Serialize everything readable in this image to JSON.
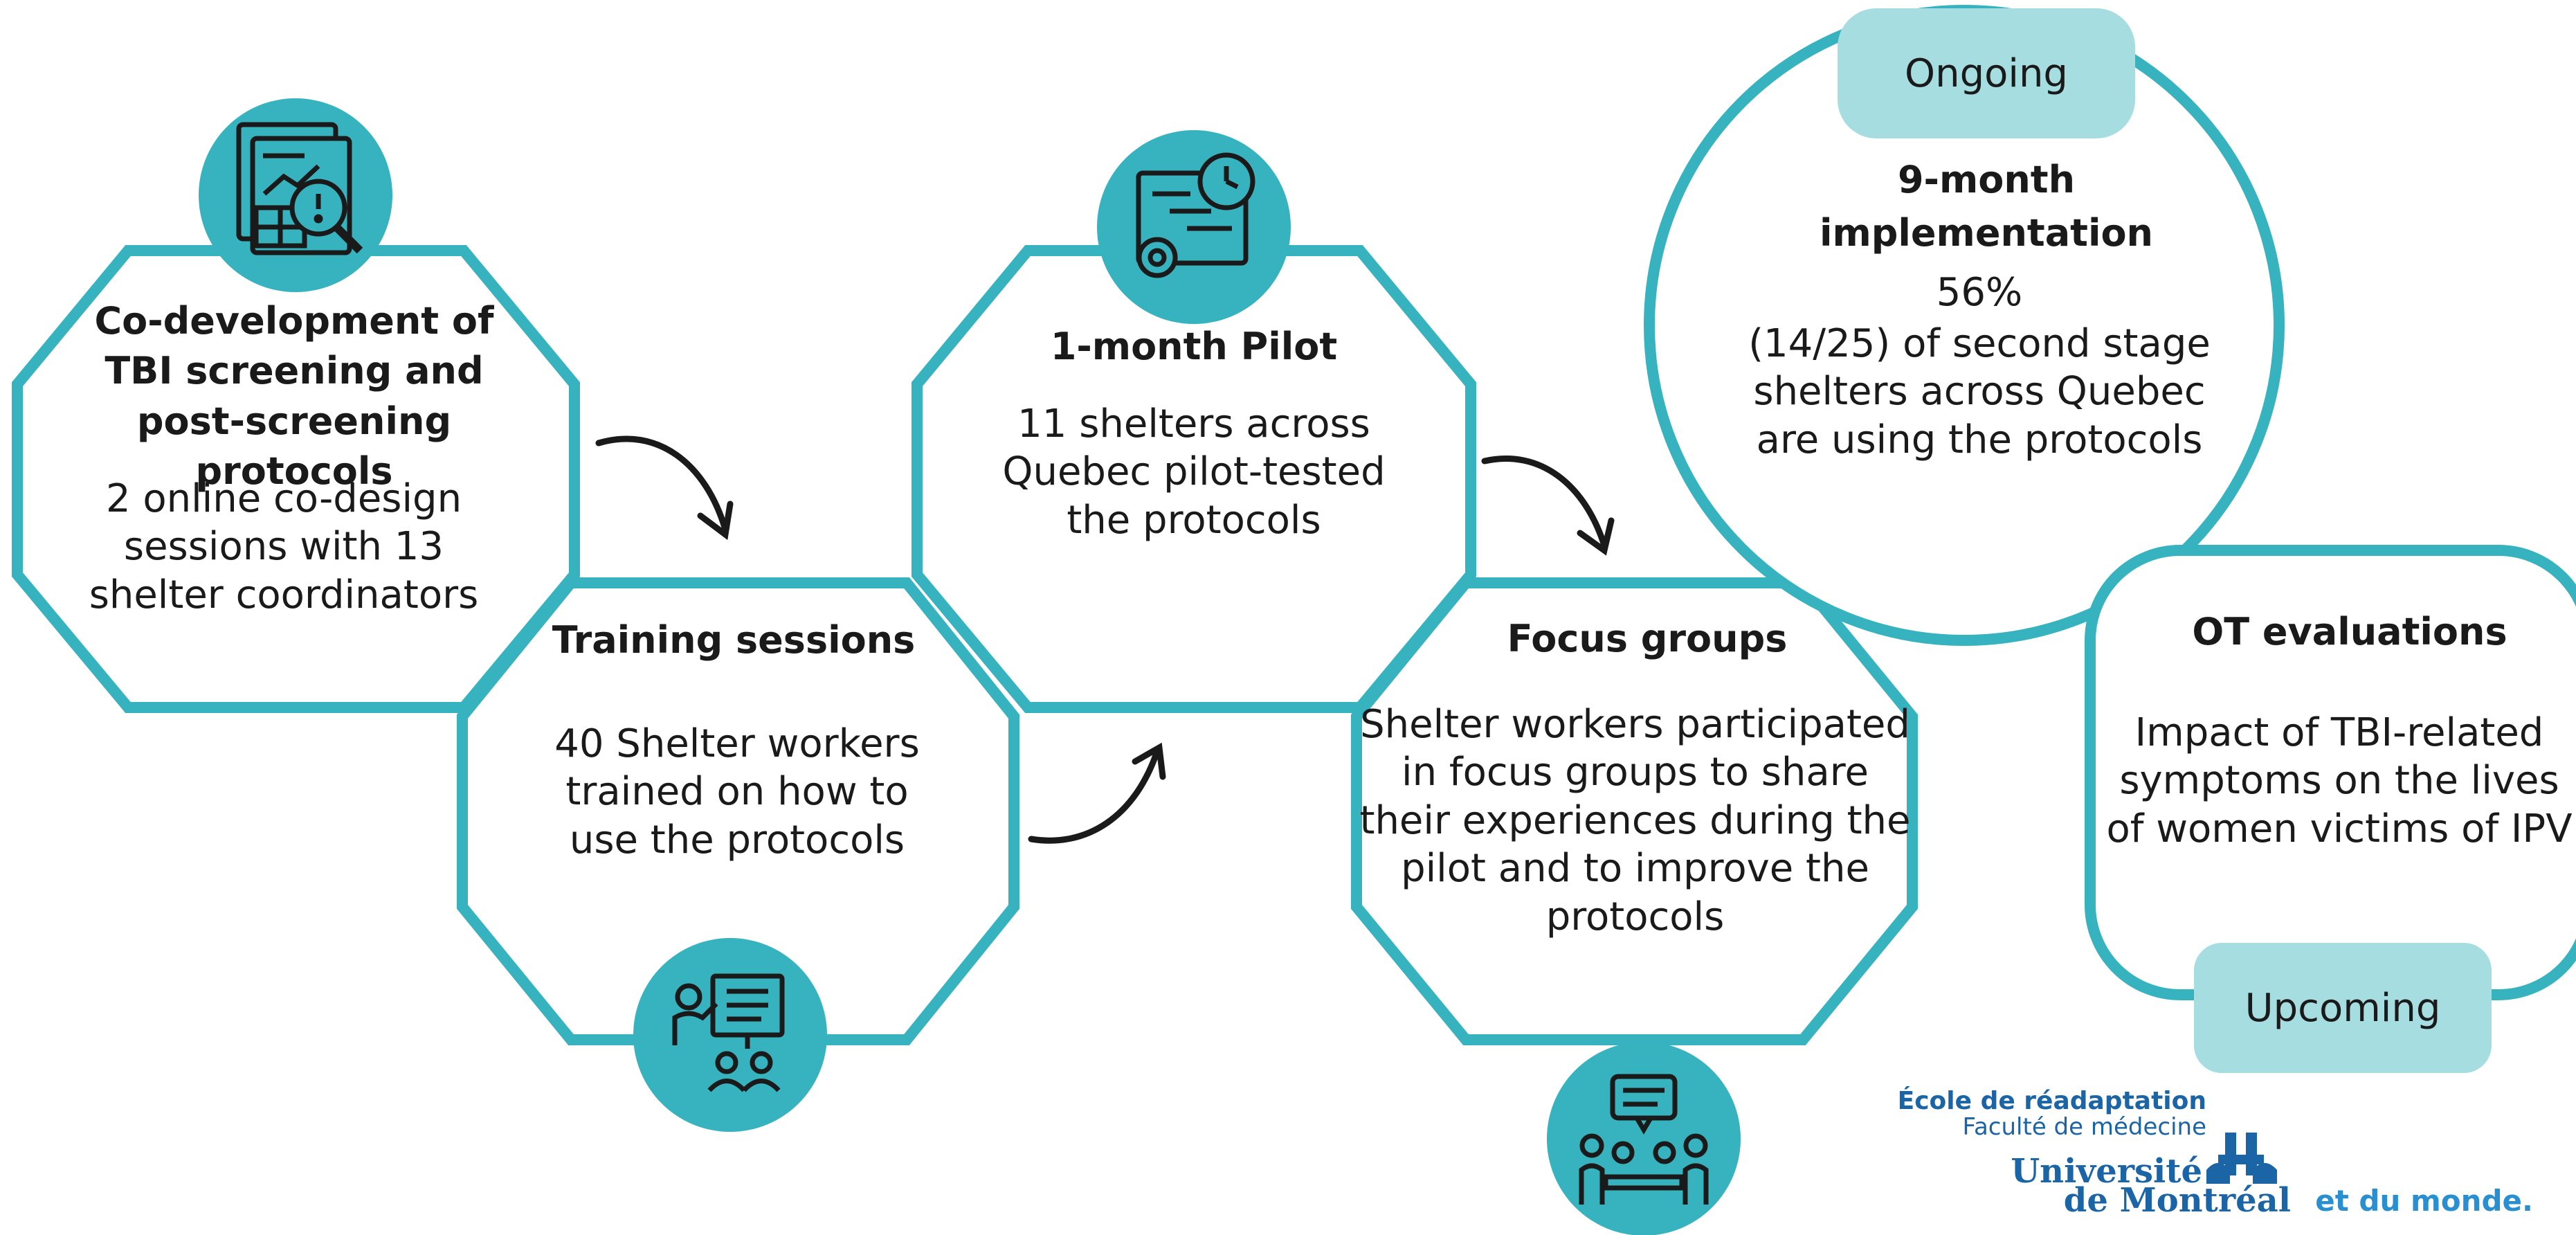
{
  "colors": {
    "teal": "#37b3c0",
    "pill": "#a5dde1",
    "logo_blue": "#1b65a6",
    "text": "#1a1a1a"
  },
  "stages": {
    "codev": {
      "title": "Co-development of TBI screening and post-screening protocols",
      "body": "2 online co-design sessions with 13 shelter coordinators",
      "icon": "document-analysis-icon"
    },
    "training": {
      "title": "Training sessions",
      "body": "40 Shelter workers trained on how to use the protocols",
      "icon": "presentation-training-icon"
    },
    "pilot": {
      "title": "1-month Pilot",
      "body": "11 shelters across Quebec pilot-tested the protocols",
      "icon": "timeline-clock-gear-icon"
    },
    "focus": {
      "title": "Focus groups",
      "body": "Shelter workers participated in focus groups to share their experiences during the pilot and to improve the protocols",
      "icon": "focus-group-meeting-icon"
    },
    "implementation": {
      "status": "Ongoing",
      "title": "9-month implementation",
      "stat": "56%",
      "body": "(14/25) of second stage shelters across Quebec are using the protocols"
    },
    "ot": {
      "status": "Upcoming",
      "title": "OT evaluations",
      "body": "Impact of TBI-related symptoms on the lives of women victims of IPV"
    }
  },
  "logo": {
    "line1": "École de réadaptation",
    "line2": "Faculté de médecine",
    "line3": "Université",
    "line4": "de Montréal",
    "tagline": "et du monde."
  }
}
